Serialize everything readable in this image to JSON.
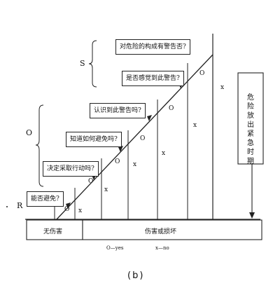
{
  "questions": [
    "对危险的构成有警告否?",
    "是否感觉到此警告?",
    "认识到此警告吗?",
    "知道如何避免吗?",
    "决定采取行动吗?",
    "能否避免?"
  ],
  "yes_mark": "O",
  "no_mark": "x",
  "groups": {
    "s": "S",
    "o": "O",
    "r": "R"
  },
  "danger_label": "危险放出紧急时期",
  "outcomes": {
    "no_harm": "无伤害",
    "harm": "伤害或损坏"
  },
  "legend": {
    "yes": "O—yes",
    "no": "x—no"
  },
  "caption": "(b)"
}
